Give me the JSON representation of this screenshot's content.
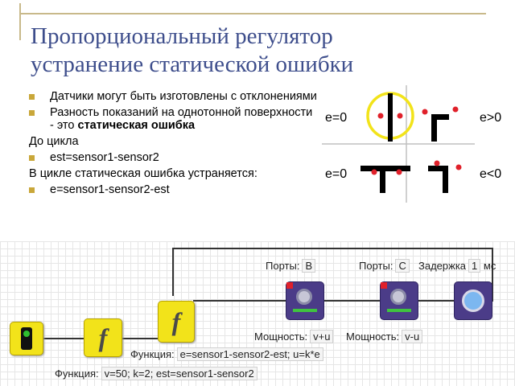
{
  "title": [
    "Пропорциональный регулятор",
    "устранение статической ошибки"
  ],
  "bullets": [
    {
      "type": "bullet",
      "text": "Датчики могут быть изготовлены с отклонениями"
    },
    {
      "type": "bullet",
      "text": "Разность показаний на однотонной поверхности - это ",
      "bold": "статическая ошибка"
    },
    {
      "type": "plain",
      "text": "До цикла"
    },
    {
      "type": "bullet",
      "text": "est=sensor1-sensor2"
    },
    {
      "type": "plain",
      "text": "В цикле статическая ошибка устраняется:"
    },
    {
      "type": "bullet",
      "text": "e=sensor1-sensor2-est"
    }
  ],
  "diagram": {
    "e_zero_top": "e=0",
    "e_pos": "e>0",
    "e_zero_bottom": "e=0",
    "e_neg": "e<0"
  },
  "program": {
    "func1_label": "Функция:",
    "func1_value": "v=50; k=2; est=sensor1-sensor2",
    "func2_label": "Функция:",
    "func2_value": "e=sensor1-sensor2-est; u=k*e",
    "motor1": {
      "ports_label": "Порты:",
      "port": "B",
      "power_label": "Мощность:",
      "power": "v+u"
    },
    "motor2": {
      "ports_label": "Порты:",
      "port": "C",
      "power_label": "Мощность:",
      "power": "v-u"
    },
    "delay": {
      "label": "Задержка",
      "value": "1",
      "unit": "мс"
    },
    "f_symbol": "f"
  },
  "colors": {
    "title": "#3e4e8c",
    "bullet": "#c9a73a",
    "block_yellow": "#f2e31a",
    "block_purple": "#4b3c88",
    "marker_red": "#e0202a"
  }
}
